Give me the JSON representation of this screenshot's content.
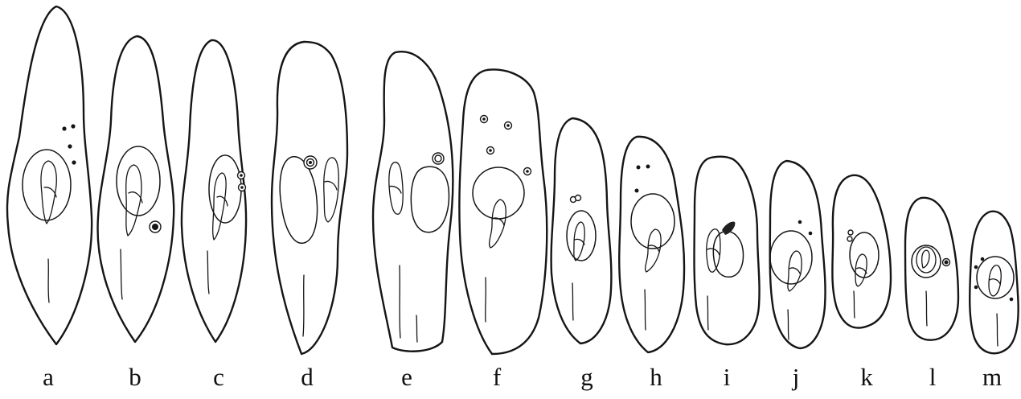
{
  "figure": {
    "panel_labels": [
      "a",
      "b",
      "c",
      "d",
      "e",
      "f",
      "g",
      "h",
      "i",
      "j",
      "k",
      "l",
      "m"
    ]
  },
  "colors": {
    "ink": "#151515",
    "background": "#ffffff"
  }
}
